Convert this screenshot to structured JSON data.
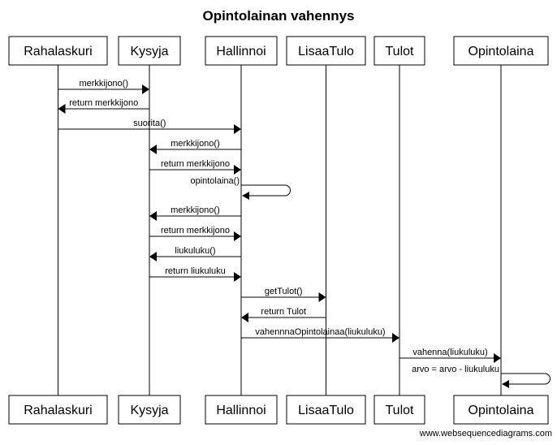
{
  "diagram": {
    "title": "Opintolainan vahennys",
    "participants": [
      {
        "id": "rahalaskuri",
        "name": "Rahalaskuri"
      },
      {
        "id": "kysyja",
        "name": "Kysyja"
      },
      {
        "id": "hallinnoi",
        "name": "Hallinnoi"
      },
      {
        "id": "lisaatulo",
        "name": "LisaaTulo"
      },
      {
        "id": "tulot",
        "name": "Tulot"
      },
      {
        "id": "opintolaina",
        "name": "Opintolaina"
      }
    ],
    "messages": [
      {
        "from": "rahalaskuri",
        "to": "kysyja",
        "label": "merkkijono()"
      },
      {
        "from": "kysyja",
        "to": "rahalaskuri",
        "label": "return merkkijono"
      },
      {
        "from": "rahalaskuri",
        "to": "hallinnoi",
        "label": "suorita()"
      },
      {
        "from": "hallinnoi",
        "to": "kysyja",
        "label": "merkkijono()"
      },
      {
        "from": "kysyja",
        "to": "hallinnoi",
        "label": "return merkkijono"
      },
      {
        "from": "hallinnoi",
        "to": "hallinnoi",
        "label": "opintolaina()"
      },
      {
        "from": "hallinnoi",
        "to": "kysyja",
        "label": "merkkijono()"
      },
      {
        "from": "kysyja",
        "to": "hallinnoi",
        "label": "return merkkijono"
      },
      {
        "from": "hallinnoi",
        "to": "kysyja",
        "label": "liukuluku()"
      },
      {
        "from": "kysyja",
        "to": "hallinnoi",
        "label": "return liukuluku"
      },
      {
        "from": "hallinnoi",
        "to": "lisaatulo",
        "label": "getTulot()"
      },
      {
        "from": "lisaatulo",
        "to": "hallinnoi",
        "label": "return Tulot"
      },
      {
        "from": "hallinnoi",
        "to": "tulot",
        "label": "vahennnaOpintolainaa(liukuluku)"
      },
      {
        "from": "tulot",
        "to": "opintolaina",
        "label": "vahenna(liukuluku)"
      },
      {
        "from": "opintolaina",
        "to": "opintolaina",
        "label": "arvo = arvo - liukuluku"
      }
    ]
  },
  "footer": {
    "watermark": "www.websequencediagrams.com"
  }
}
